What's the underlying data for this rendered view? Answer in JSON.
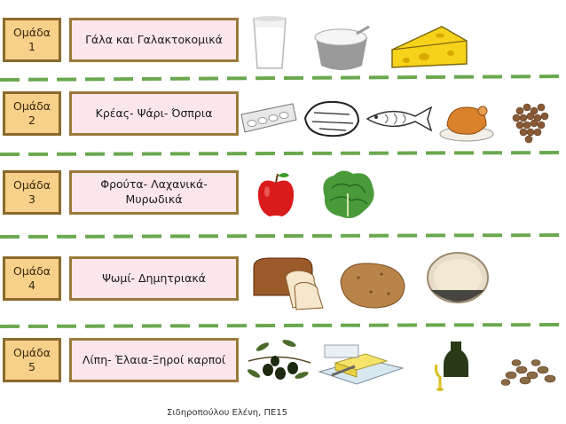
{
  "groups": [
    {
      "group_word": "Ομάδα",
      "number": "1",
      "label": "Γάλα και Γαλακτοκομικά"
    },
    {
      "group_word": "Ομάδα",
      "number": "2",
      "label": "Κρέας- Ψάρι- Όσπρια"
    },
    {
      "group_word": "Ομάδα",
      "number": "3",
      "label": "Φρούτα- Λαχανικά- Μυρωδικά"
    },
    {
      "group_word": "Ομάδα",
      "number": "4",
      "label": "Ψωμί- Δημητριακά"
    },
    {
      "group_word": "Ομάδα",
      "number": "5",
      "label": "Λίπη- Έλαια-Ξηροί καρποί"
    }
  ],
  "footer": "Σιδηροπούλου Ελένη, ΠΕ15",
  "colors": {
    "separator": "#6aa84f",
    "group_box": "#f7d08a",
    "label_box": "#fbe6ec"
  }
}
